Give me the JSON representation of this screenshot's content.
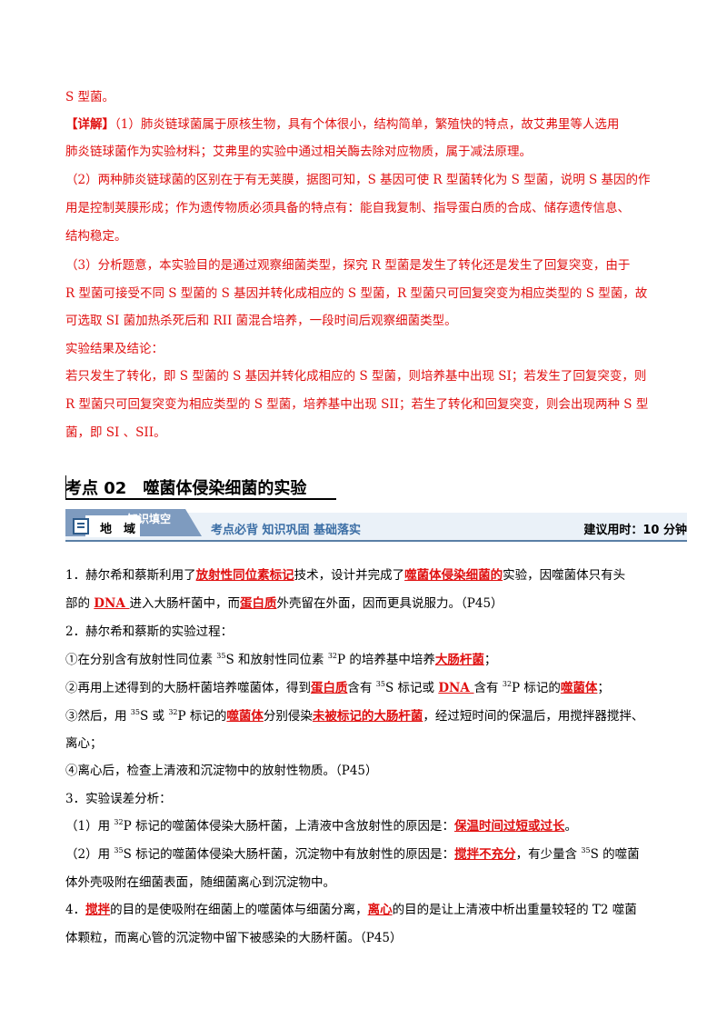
{
  "answers": {
    "l1": "S 型菌。",
    "l2a": "【详解】",
    "l2b": "（1）肺炎链球菌属于原核生物，具有个体很小，结构简单，繁殖快的特点，故艾弗里等人选用",
    "l3": "肺炎链球菌作为实验材料；艾弗里的实验中通过相关酶去除对应物质，属于减法原理。",
    "l4": "（2）两种肺炎链球菌的区别在于有无荚膜，据图可知，S 基因可使 R 型菌转化为 S 型菌，说明 S 基因的作",
    "l5": "用是控制荚膜形成；作为遗传物质必须具备的特点有：能自我复制、指导蛋白质的合成、储存遗传信息、",
    "l6": "结构稳定。",
    "l7": "（3）分析题意，本实验目的是通过观察细菌类型，探究 R 型菌是发生了转化还是发生了回复突变，由于",
    "l8": "R 型菌可接受不同 S 型菌的 S 基因并转化成相应的 S 型菌，R 型菌只可回复突变为相应类型的 S 型菌，故",
    "l9": "可选取 SI 菌加热杀死后和 RII 菌混合培养，一段时间后观察细菌类型。",
    "l10": "实验结果及结论：",
    "l11": "若只发生了转化，即 S 型菌的 S 基因并转化成相应的 S 型菌，则培养基中出现 SI；若发生了回复突变，则",
    "l12": "R 型菌只可回复突变为相应类型的 S 型菌，培养基中出现 SII；若生了转化和回复突变，则会出现两种 S 型",
    "l13": "菌，即 SI 、SII。"
  },
  "section": {
    "title": "考点 02　噬菌体侵染细菌的实验",
    "tab_text": "地　域",
    "tab_label": "知识填空",
    "banner_mid": "考点必背  知识巩固  基础落实",
    "banner_right": "建议用时：10 分钟"
  },
  "body": {
    "p1a": "1．赫尔希和蔡斯利用了",
    "p1b": "放射性同位素标记",
    "p1c": "技术，设计并完成了",
    "p1d": "噬菌体侵染细菌的",
    "p1e": "实验，因噬菌体只有头",
    "p2a": "部的 ",
    "p2b": "DNA ",
    "p2c": "进入大肠杆菌中，而",
    "p2d": "蛋白质",
    "p2e": "外壳留在外面，因而更具说服力。（P45）",
    "p3": "2．赫尔希和蔡斯的实验过程：",
    "p4a": "①在分别含有放射性同位素 ",
    "p4sup1": "35",
    "p4b": "S 和放射性同位素 ",
    "p4sup2": "32",
    "p4c": "P 的培养基中培养",
    "p4d": "大肠杆菌",
    "p4e": "；",
    "p5a": "②再用上述得到的大肠杆菌培养噬菌体，得到",
    "p5b": "蛋白质",
    "p5c": "含有 ",
    "p5sup1": "35",
    "p5d": "S 标记或 ",
    "p5e": "DNA ",
    "p5f": "含有 ",
    "p5sup2": "32",
    "p5g": "P 标记的",
    "p5h": "噬菌体",
    "p5i": "；",
    "p6a": "③然后，用 ",
    "p6sup1": "35",
    "p6b": "S 或 ",
    "p6sup2": "32",
    "p6c": "P 标记的",
    "p6d": "噬菌体",
    "p6e": "分别侵染",
    "p6f": "未被标记的大肠杆菌",
    "p6g": "，经过短时间的保温后，用搅拌器搅拌、",
    "p7": "离心；",
    "p8": "④离心后，检查上清液和沉淀物中的放射性物质。（P45）",
    "p9": "3．实验误差分析：",
    "p10a": "（1）用 ",
    "p10sup": "32",
    "p10b": "P 标记的噬菌体侵染大肠杆菌，上清液中含放射性的原因是：",
    "p10c": "保温时间过短或过长",
    "p10d": "。",
    "p11a": "（2）用 ",
    "p11sup": "35",
    "p11b": "S 标记的噬菌体侵染大肠杆菌，沉淀物中有放射性的原因是：",
    "p11c": "搅拌不充分",
    "p11d": "，有少量含 ",
    "p11sup2": "35",
    "p11e": "S 的噬菌",
    "p12": "体外壳吸附在细菌表面，随细菌离心到沉淀物中。",
    "p13a": "4．",
    "p13b": "搅拌",
    "p13c": "的目的是使吸附在细菌上的噬菌体与细菌分离，",
    "p13d": "离心",
    "p13e": "的目的是让上清液中析出重量较轻的 T2 噬菌",
    "p14": "体颗粒，而离心管的沉淀物中留下被感染的大肠杆菌。（P45）"
  }
}
